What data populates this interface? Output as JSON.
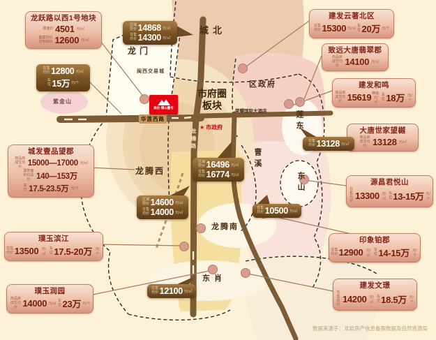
{
  "meta": {
    "footer": "数据来源于：龙岩房产信息备案数据及自然资源局"
  },
  "project": {
    "name": "美伦·锦山壹号"
  },
  "regions": {
    "chengbei": "城北",
    "longmen": "龙门",
    "minxi": "闽西交易城",
    "quzhengfu": "区政府",
    "shifuquan": "市府圈板块",
    "zijinshan": "紫金山",
    "liandong": "莲东",
    "caoxi": "曹溪",
    "dongshan": "东山",
    "longtengxi": "龙腾西",
    "longtengnan": "龙腾南",
    "dongxiao": "东肖",
    "shizhengfu": "市政府",
    "shizhengfu_star": "★",
    "hualianxilu": "华莲西路",
    "longtenglu": "龙腾路",
    "hotel": "荣耀国际大酒店"
  },
  "callouts": {
    "longyue": {
      "title": "龙跃路以西1号地块",
      "rows": [
        {
          "label": "楼面价",
          "value": "4501",
          "unit": "元/㎡"
        },
        {
          "label": "备案均价控制目标",
          "value": "12600",
          "unit": "元/㎡"
        }
      ]
    },
    "yunzhu": {
      "title": "建发云著北区",
      "rows": [
        {
          "label": "在售均价",
          "value": "15300",
          "unit": "元/㎡"
        },
        {
          "label": "车位",
          "value": "20万",
          "unit": "元/个"
        }
      ]
    },
    "zhiyuan": {
      "title": "致远大唐翡翠郡",
      "rows": [
        {
          "label": "商品房成交均价",
          "value": "14100",
          "unit": "元/㎡"
        }
      ]
    },
    "heming": {
      "title": "建发和鸣",
      "rows": [
        {
          "label": "商品房成交均价",
          "value": "15619",
          "tag": "精装",
          "unit": "元/㎡"
        },
        {
          "label": "车位",
          "value": "18万",
          "unit": "元/个"
        }
      ]
    },
    "datang": {
      "title": "大唐世家望樾",
      "rows": [
        {
          "label": "商品房成交均价",
          "value": "13128",
          "unit": "元/㎡"
        }
      ]
    },
    "yuanchang": {
      "title": "源昌君悦山",
      "rows": [
        {
          "label": "在售均价",
          "value": "13300",
          "unit": "元/㎡"
        },
        {
          "label": "车位",
          "value": "13-15万",
          "unit": "元/个"
        }
      ]
    },
    "yinxiang": {
      "title": "印象铂郡",
      "rows": [
        {
          "label": "在售均价",
          "value": "12900",
          "unit": "元/㎡"
        },
        {
          "label": "车位",
          "value": "14-15万",
          "unit": "元/个"
        }
      ]
    },
    "wenjing": {
      "title": "建发文璟",
      "rows": [
        {
          "label": "在售均价",
          "value": "14200",
          "unit": "元/㎡"
        },
        {
          "label": "车位",
          "value": "18.5万",
          "unit": "元/个"
        }
      ]
    },
    "chengfa": {
      "title": "城发壹品望郡",
      "rows": [
        {
          "label": "商品房成交均价",
          "value": "15000—17000",
          "unit": "元/㎡"
        },
        {
          "label": "建筑面积约总价",
          "value": "140—153万",
          "unit": ""
        },
        {
          "label": "车位",
          "value": "17.5-23.5万",
          "unit": "元/个"
        }
      ]
    },
    "binjiang": {
      "title": "璞玉滨江",
      "rows": [
        {
          "label": "在售均价",
          "value": "13500",
          "unit": "元/㎡"
        },
        {
          "label": "车位",
          "value": "17.5-20万",
          "unit": "元/个"
        }
      ]
    },
    "runyuan": {
      "title": "璞玉润园",
      "rows": [
        {
          "label": "商品房成交均价",
          "value": "14000",
          "unit": "元/㎡"
        },
        {
          "label": "车位",
          "value": "23万",
          "unit": "元/个"
        }
      ]
    },
    "cb_dark": {
      "rows": [
        {
          "label": "区域限价",
          "value": "14868",
          "unit": "元/㎡"
        },
        {
          "label": "在售均价",
          "value": "14300",
          "unit": "元/㎡"
        }
      ]
    },
    "west_dark": {
      "rows": [
        {
          "label": "在售均价",
          "value": "12800",
          "unit": "元/㎡"
        },
        {
          "label": "车位",
          "value": "15万",
          "unit": "元/个"
        }
      ]
    },
    "ld_dark": {
      "rows": [
        {
          "label": "在售均价",
          "value": "13128",
          "unit": "元/㎡"
        }
      ]
    },
    "sf_dark": {
      "rows": [
        {
          "label": "区域限价",
          "value": "16496",
          "unit": "元/㎡"
        },
        {
          "label": "在售均价",
          "value": "16774",
          "unit": "元/㎡"
        }
      ]
    },
    "ltn_dark": {
      "rows": [
        {
          "label": "区域限价",
          "value": "14600",
          "unit": "元/㎡"
        },
        {
          "label": "在售均价",
          "value": "14000",
          "unit": "元/㎡"
        }
      ]
    },
    "ds_dark": {
      "rows": [
        {
          "label": "在售均价",
          "value": "10500",
          "unit": "元/㎡"
        }
      ]
    },
    "dx_dark": {
      "rows": [
        {
          "label": "在售均价",
          "value": "12100",
          "unit": "元/㎡"
        }
      ]
    }
  },
  "colors": {
    "accent_red": "#e60012",
    "dark_box": "#6f4a22",
    "light_box": "#eec0a9",
    "bg": "#fdf2d7"
  }
}
